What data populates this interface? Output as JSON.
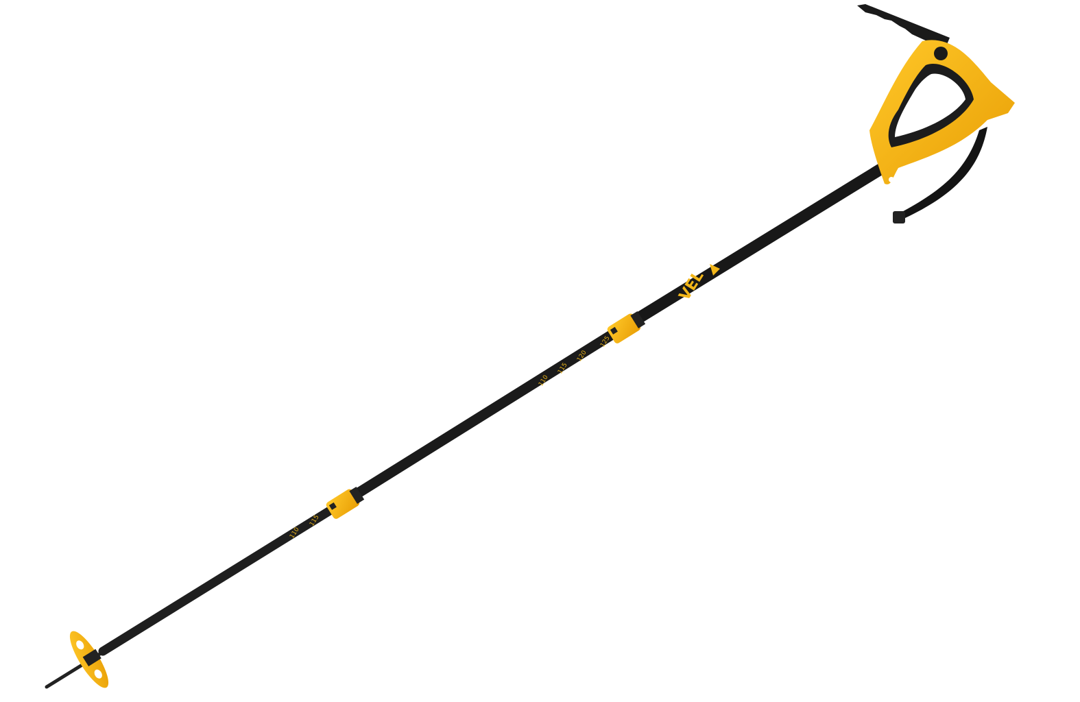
{
  "product": {
    "logo_text": "VEL",
    "length_markings_upper": [
      "125",
      "120",
      "115",
      "110"
    ],
    "length_markings_lower": [
      "115",
      "110"
    ]
  },
  "colors": {
    "shaft": "#1e1e1e",
    "accent_yellow": "#f5b414",
    "background": "#ffffff"
  }
}
